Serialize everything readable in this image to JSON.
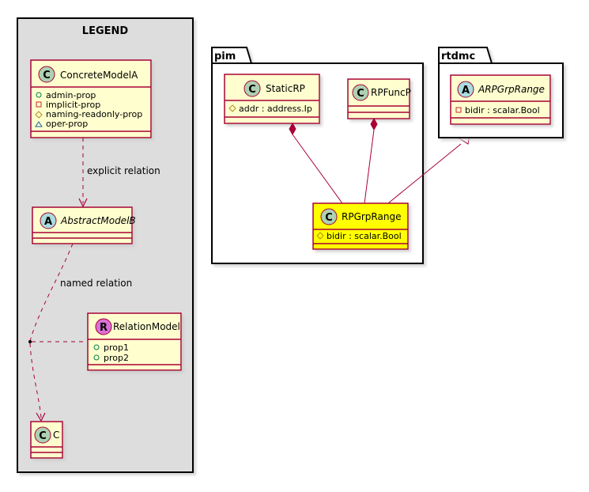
{
  "legend": {
    "title": "LEGEND",
    "concrete_model": {
      "stereotype": "C",
      "name": "ConcreteModelA",
      "props": [
        {
          "visibility": "+",
          "name": "admin-prop"
        },
        {
          "visibility": "-",
          "name": "implicit-prop"
        },
        {
          "visibility": "#",
          "name": "naming-readonly-prop"
        },
        {
          "visibility": "~",
          "name": "oper-prop"
        }
      ]
    },
    "abstract_model": {
      "stereotype": "A",
      "name": "AbstractModelB"
    },
    "relation_model": {
      "stereotype": "R",
      "name": "RelationModel",
      "props": [
        {
          "visibility": "+",
          "name": "prop1"
        },
        {
          "visibility": "+",
          "name": "prop2"
        }
      ]
    },
    "c_model": {
      "stereotype": "C",
      "name": "C"
    },
    "explicit_relation_label": "explicit relation",
    "named_relation_label": "named relation"
  },
  "pim": {
    "package_name": "pim",
    "static_rp": {
      "stereotype": "C",
      "name": "StaticRP",
      "props": [
        {
          "visibility": "#",
          "name": "addr : address.Ip"
        }
      ]
    },
    "rp_func_p": {
      "stereotype": "C",
      "name": "RPFuncP"
    },
    "rp_grp_range": {
      "stereotype": "C",
      "name": "RPGrpRange",
      "props": [
        {
          "visibility": "#",
          "name": "bidir : scalar.Bool"
        }
      ]
    }
  },
  "rtdmc": {
    "package_name": "rtdmc",
    "ar_pgrp_range": {
      "stereotype": "A",
      "name": "ARPGrpRange",
      "props": [
        {
          "visibility": "-",
          "name": "bidir : scalar.Bool"
        }
      ]
    }
  },
  "colors": {
    "class_fill": "#FEFECE",
    "class_border": "#A80036",
    "highlight_fill": "#FFFF00",
    "legend_fill": "#DDDDDD",
    "class_circle": "#ADD1B2",
    "abstract_circle": "#A9DCDF",
    "relation_circle": "#DA70D6"
  }
}
